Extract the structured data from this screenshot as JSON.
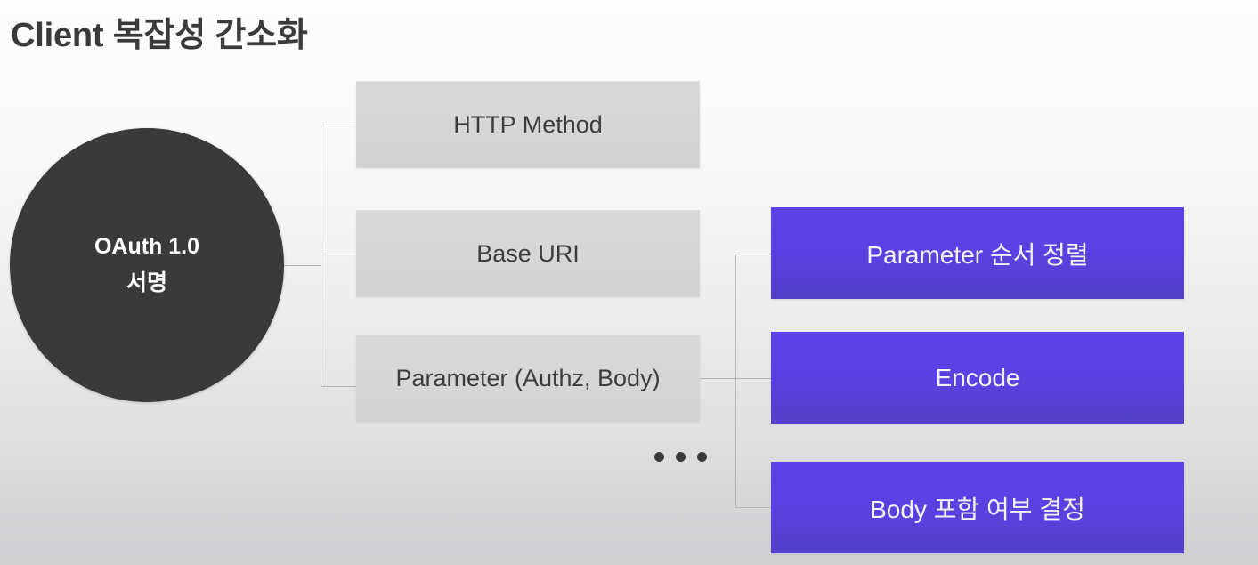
{
  "slide": {
    "title": "Client 복잡성 간소화",
    "background_top_color": "#fdfdff",
    "background_bottom_color": "#cfcfd2"
  },
  "central_node": {
    "name": "oauth-signature-circle",
    "line1": "OAuth 1.0",
    "line2": "서명",
    "color": "#3a3a3a",
    "text_color": "#ffffff"
  },
  "signature_components": {
    "color": "#d6d6d7",
    "text_color": "#3c3c3c",
    "items": [
      {
        "label": "HTTP Method"
      },
      {
        "label": "Base URI"
      },
      {
        "label": "Parameter (Authz, Body)"
      }
    ]
  },
  "parameter_steps": {
    "color": "#5a41e0",
    "text_color": "#f4f2fb",
    "items": [
      {
        "label": "Parameter 순서 정렬"
      },
      {
        "label": "Encode"
      },
      {
        "label": "Body 포함 여부 결정"
      }
    ]
  },
  "ellipsis": {
    "label": "...",
    "dot_count": 3,
    "color": "#3a3a3a"
  },
  "connectors": {
    "line_color": "#b6b6b8",
    "groups": [
      {
        "from": "oauth-signature-circle",
        "to": "signature-components"
      },
      {
        "from": "parameter-authz-body",
        "to": "parameter-steps"
      }
    ]
  }
}
